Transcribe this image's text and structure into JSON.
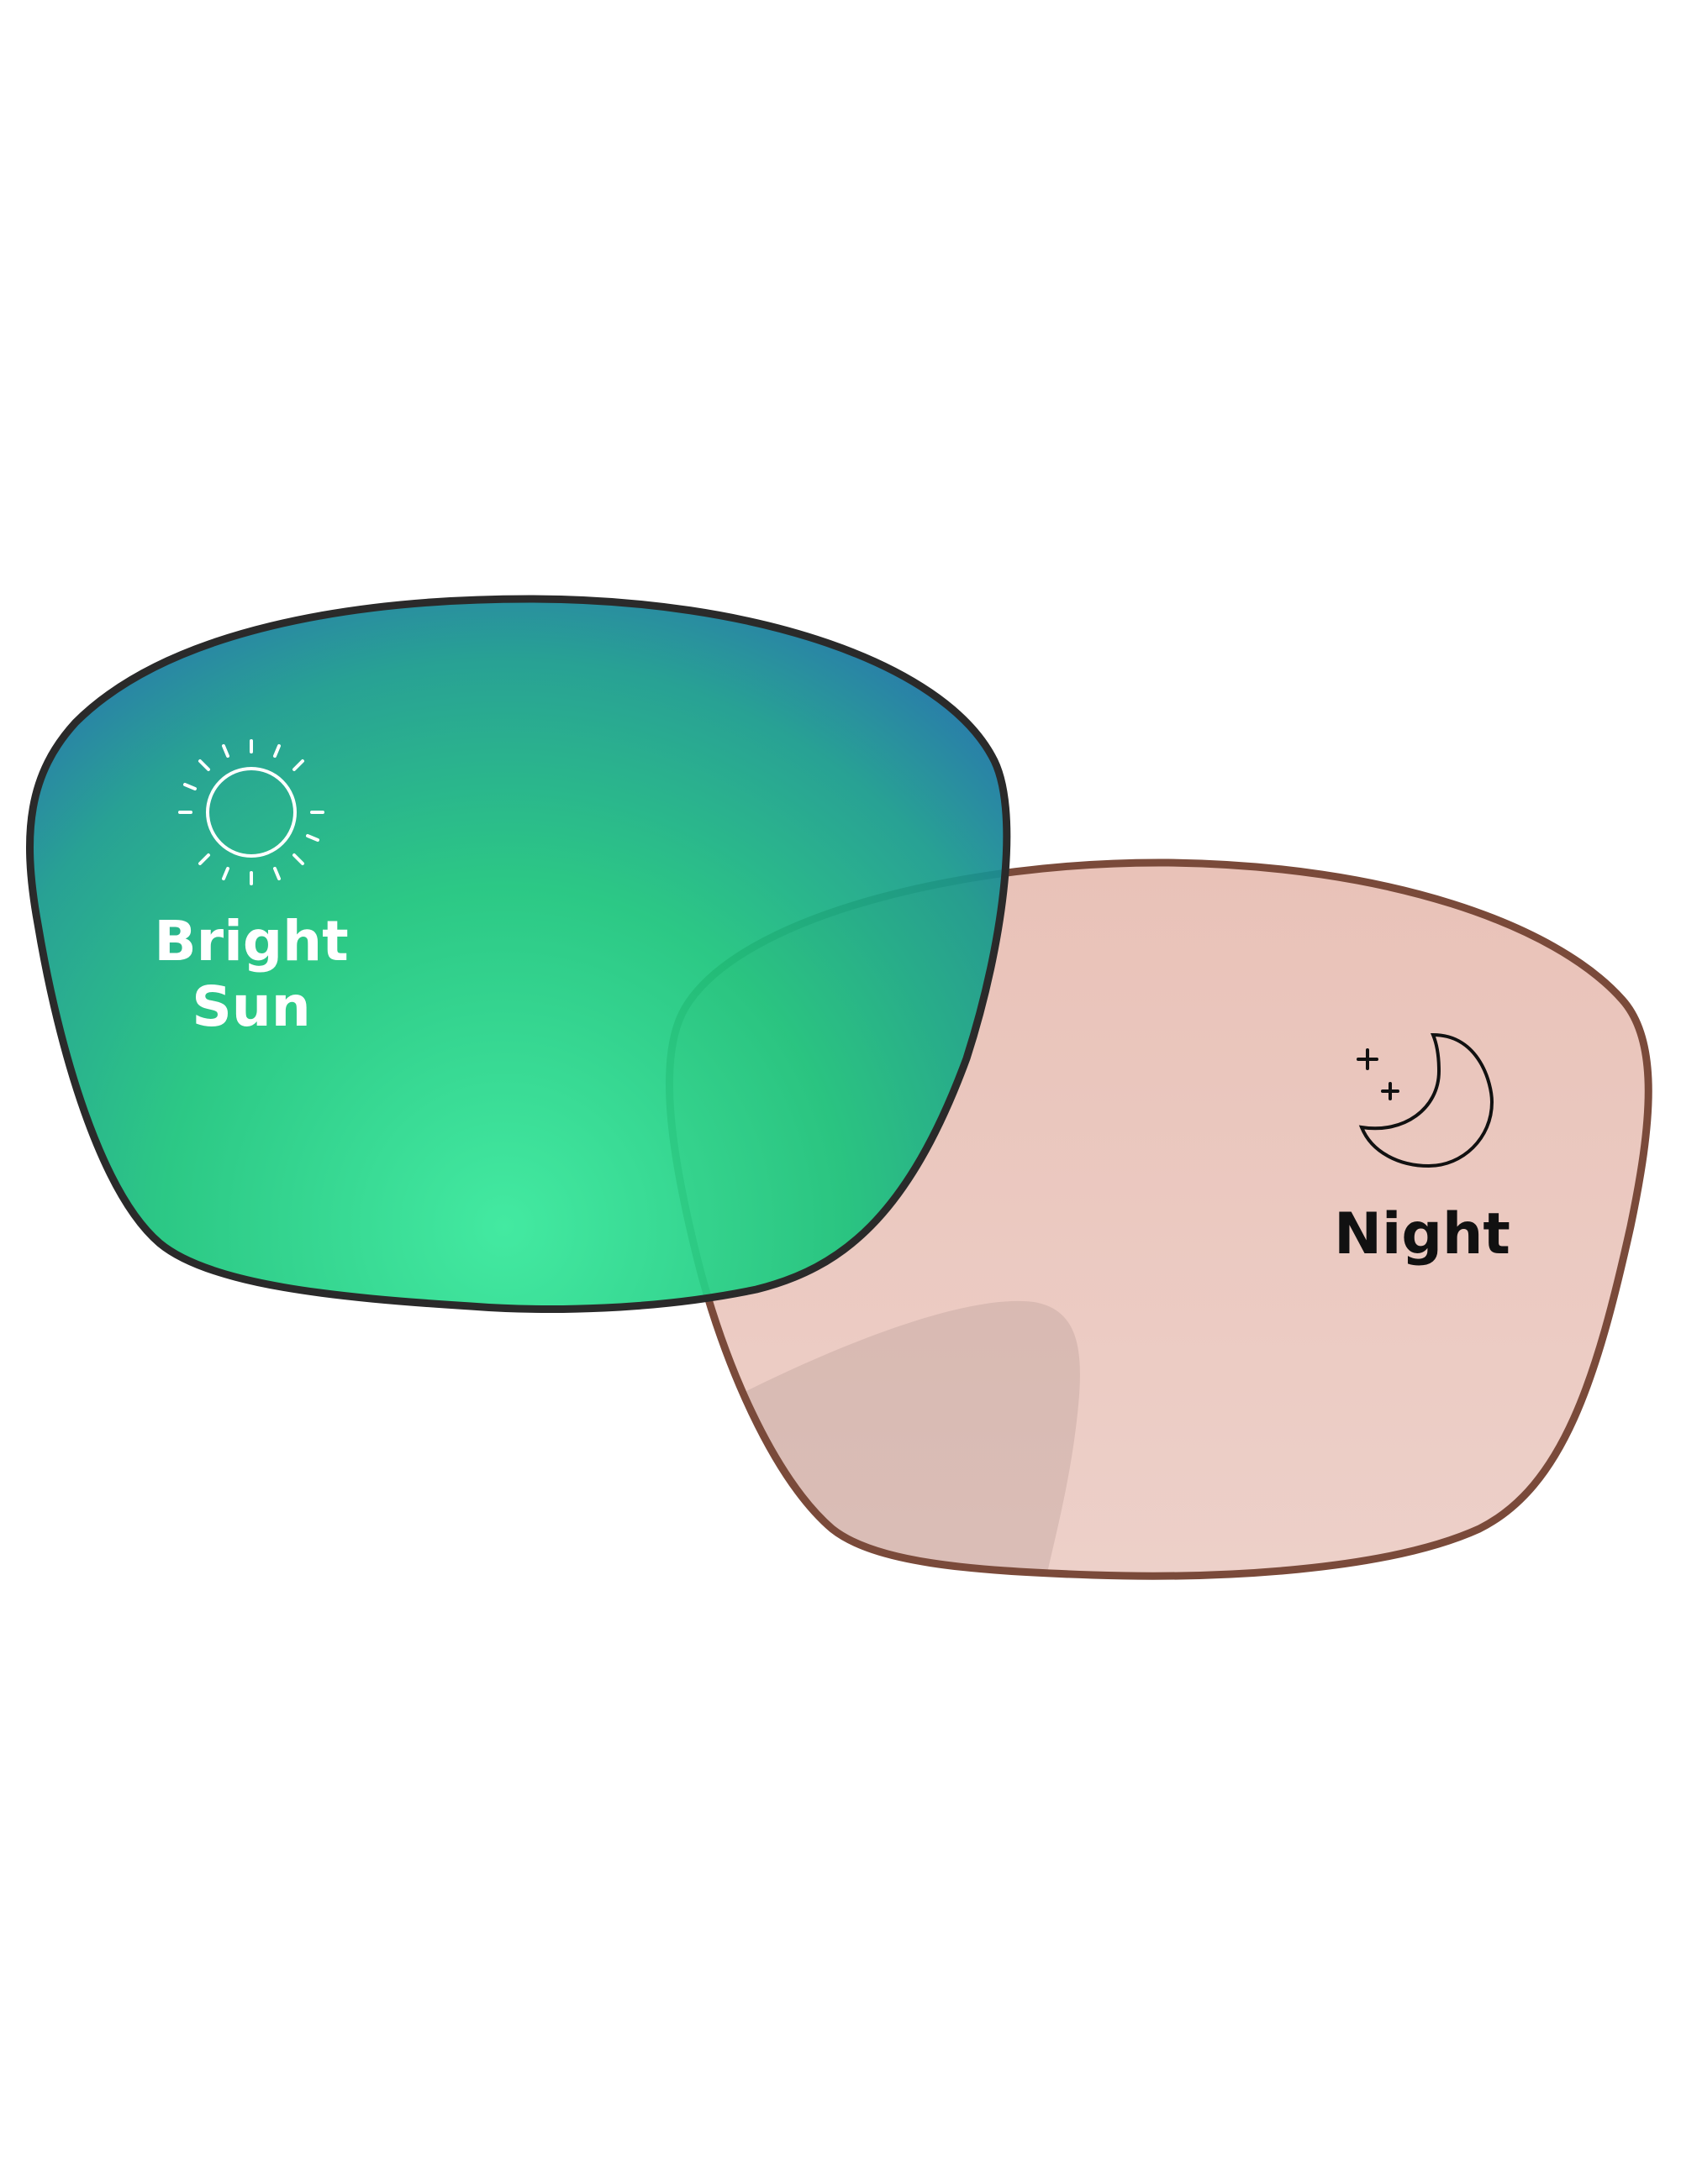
{
  "lenses": [
    {
      "label_line1": "Bright",
      "label_line2": "Sun",
      "icon": "sun-icon",
      "tint_top": "#1a5fb0",
      "tint_center": "#35e89a",
      "frame_color": "#2a2a2a"
    },
    {
      "label": "Night",
      "icon": "moon-icon",
      "tint": "#ebc4bb",
      "frame_color": "#7a4a3a"
    }
  ]
}
